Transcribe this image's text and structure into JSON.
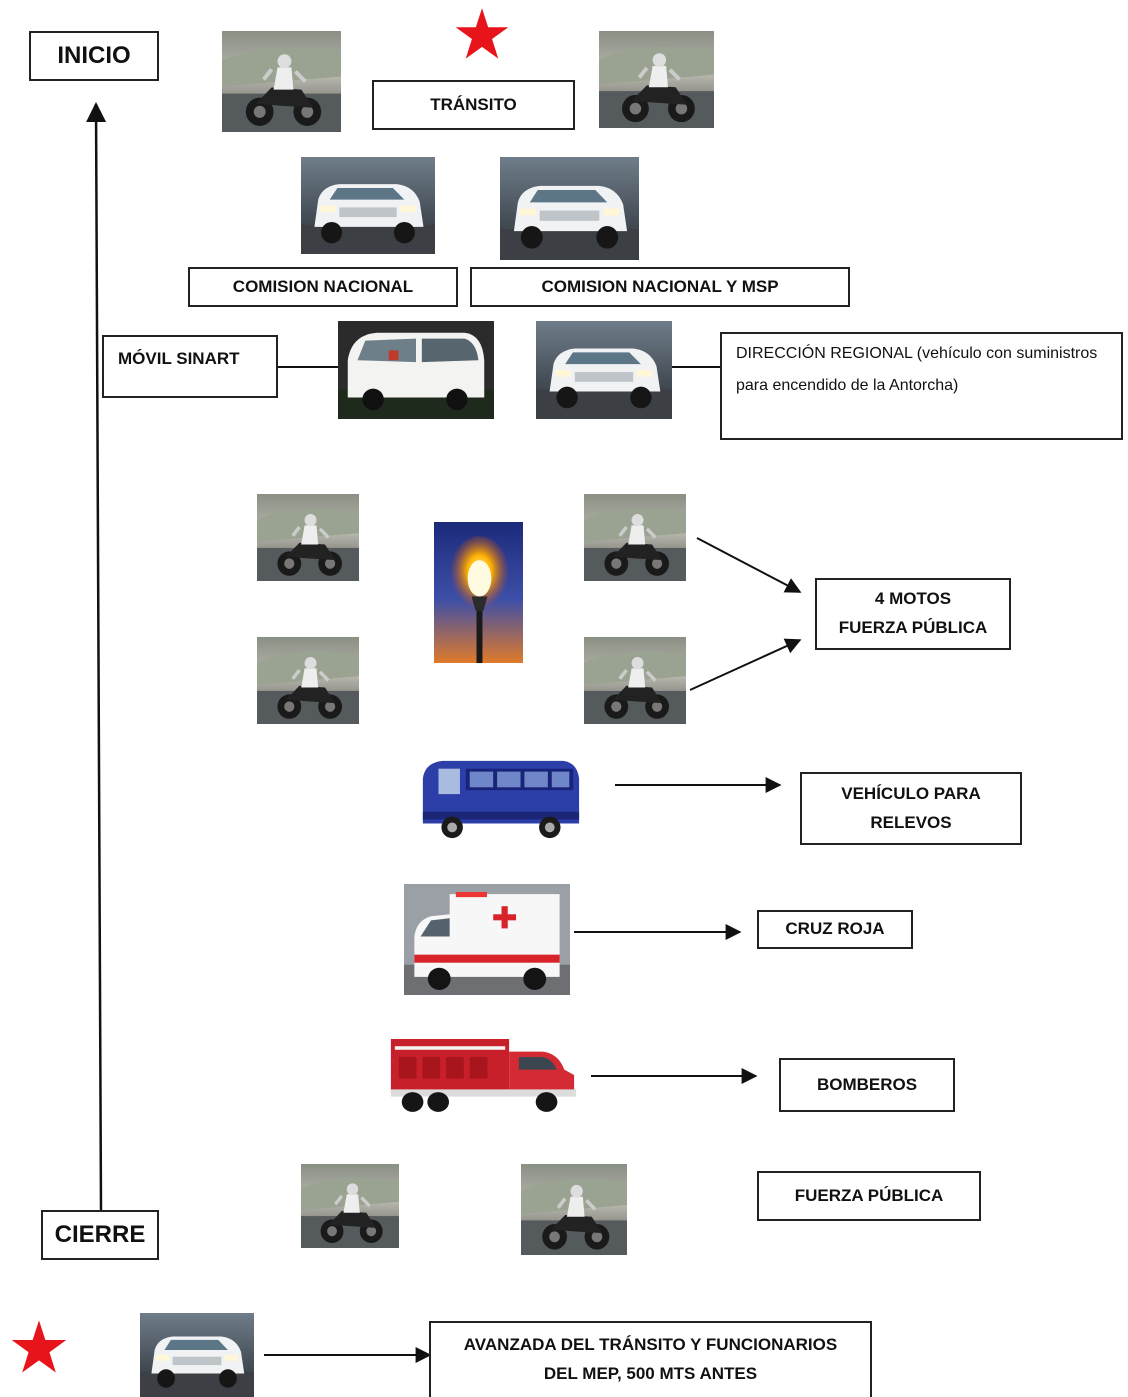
{
  "labels": {
    "inicio": "INICIO",
    "transito": "TRÁNSITO",
    "comision_nacional": "COMISION NACIONAL",
    "comision_nacional_msp": "COMISION NACIONAL Y MSP",
    "movil_sinart": "MÓVIL SINART",
    "direccion_regional": "DIRECCIÓN REGIONAL (vehículo con suministros para encendido de la Antorcha)",
    "motos_line1": "4 MOTOS",
    "motos_line2": "FUERZA PÚBLICA",
    "relevos_line1": "VEHÍCULO PARA",
    "relevos_line2": "RELEVOS",
    "cruz_roja": "CRUZ ROJA",
    "bomberos": "BOMBEROS",
    "fuerza_publica": "FUERZA PÚBLICA",
    "cierre": "CIERRE",
    "avanzada_line1": "AVANZADA DEL TRÁNSITO Y FUNCIONARIOS",
    "avanzada_line2": "DEL MEP, 500 MTS ANTES"
  },
  "icons": {
    "motorcycle": "motorcycle-photo",
    "pickup": "pickup-truck-photo",
    "van": "van-photo",
    "torch": "torch-photo",
    "bus": "bus-photo",
    "ambulance": "ambulance-photo",
    "firetruck": "fire-truck-photo",
    "star": "red-star"
  },
  "colors": {
    "star": "#e8141b",
    "border": "#222222",
    "bus": "#2c3fa8",
    "firetruck": "#c8202a"
  }
}
